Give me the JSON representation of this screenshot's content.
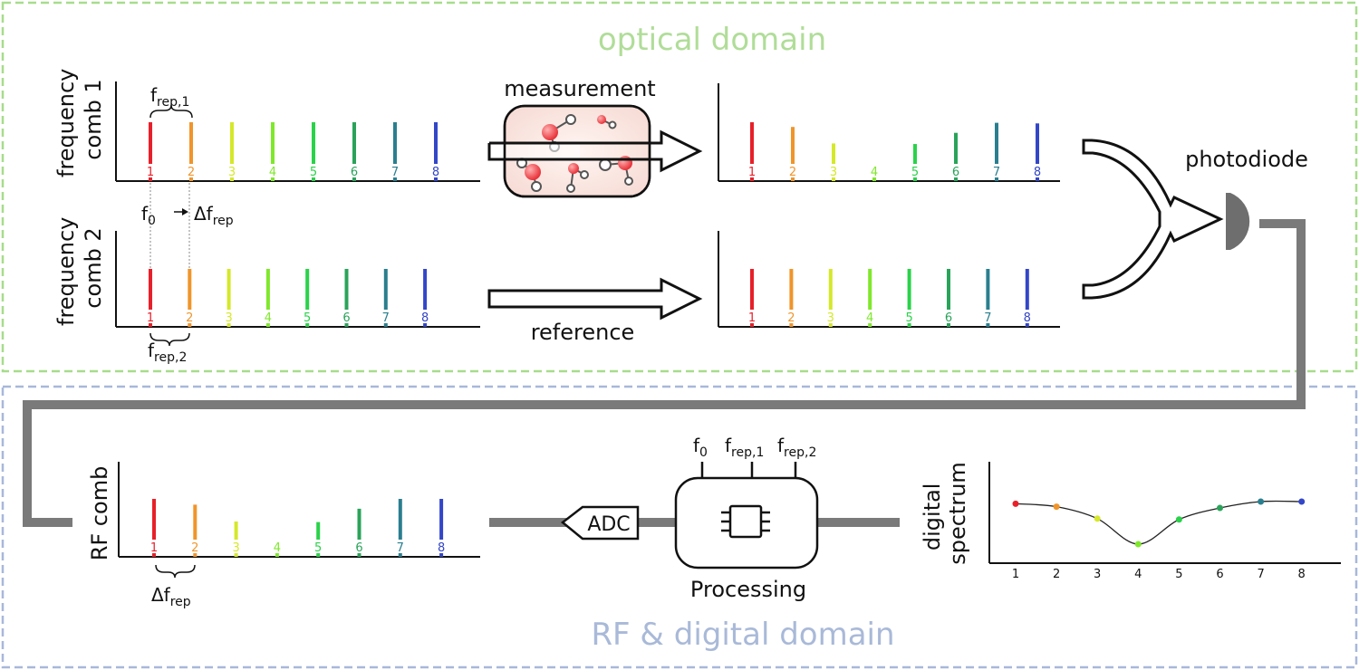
{
  "colors": [
    "#e8202a",
    "#f0952a",
    "#d5e82a",
    "#7fe82a",
    "#2ad24a",
    "#2aa35a",
    "#2a7f8f",
    "#3346c8"
  ],
  "optical": {
    "title": "optical domain",
    "comb1_label_line1": "frequency",
    "comb1_label_line2": "comb 1",
    "comb2_label_line1": "frequency",
    "comb2_label_line2": "comb 2",
    "frep1_main": "f",
    "frep1_sub": "rep,1",
    "frep2_main": "f",
    "frep2_sub": "rep,2",
    "f0_main": "f",
    "f0_sub": "0",
    "dfrep_main": "Δf",
    "dfrep_sub": "rep",
    "measurement_label": "measurement",
    "reference_label": "reference",
    "photodiode_label": "photodiode",
    "line_numbers": [
      "1",
      "2",
      "3",
      "4",
      "5",
      "6",
      "7",
      "8"
    ],
    "comb1_heights": [
      1,
      1,
      1,
      1,
      1,
      1,
      1,
      1
    ],
    "comb2_heights": [
      1,
      1,
      1,
      1,
      1,
      1,
      1,
      1
    ],
    "measured_heights": [
      1,
      0.92,
      0.64,
      0.08,
      0.63,
      0.82,
      0.99,
      0.98
    ],
    "reference_heights": [
      1,
      1,
      1,
      1,
      1,
      1,
      1,
      1
    ]
  },
  "rf": {
    "title": "RF & digital domain",
    "rf_comb_label": "RF comb",
    "rf_heights": [
      1,
      0.9,
      0.61,
      0.08,
      0.6,
      0.83,
      1,
      1
    ],
    "line_numbers": [
      "1",
      "2",
      "3",
      "4",
      "5",
      "6",
      "7",
      "8"
    ],
    "dfrep_main": "Δf",
    "dfrep_sub": "rep",
    "adc_label": "ADC",
    "processing_label": "Processing",
    "input_f0_main": "f",
    "input_f0_sub": "0",
    "input_frep1_main": "f",
    "input_frep1_sub": "rep,1",
    "input_frep2_main": "f",
    "input_frep2_sub": "rep,2",
    "spectrum_label_line1": "digital",
    "spectrum_label_line2": "spectrum",
    "spectrum": {
      "x": [
        1,
        2,
        3,
        4,
        5,
        6,
        7,
        8
      ],
      "x_ticks": [
        "1",
        "2",
        "3",
        "4",
        "5",
        "6",
        "7",
        "8"
      ],
      "y": [
        0.95,
        0.88,
        0.6,
        0.0,
        0.58,
        0.85,
        1.0,
        1.0
      ]
    }
  }
}
